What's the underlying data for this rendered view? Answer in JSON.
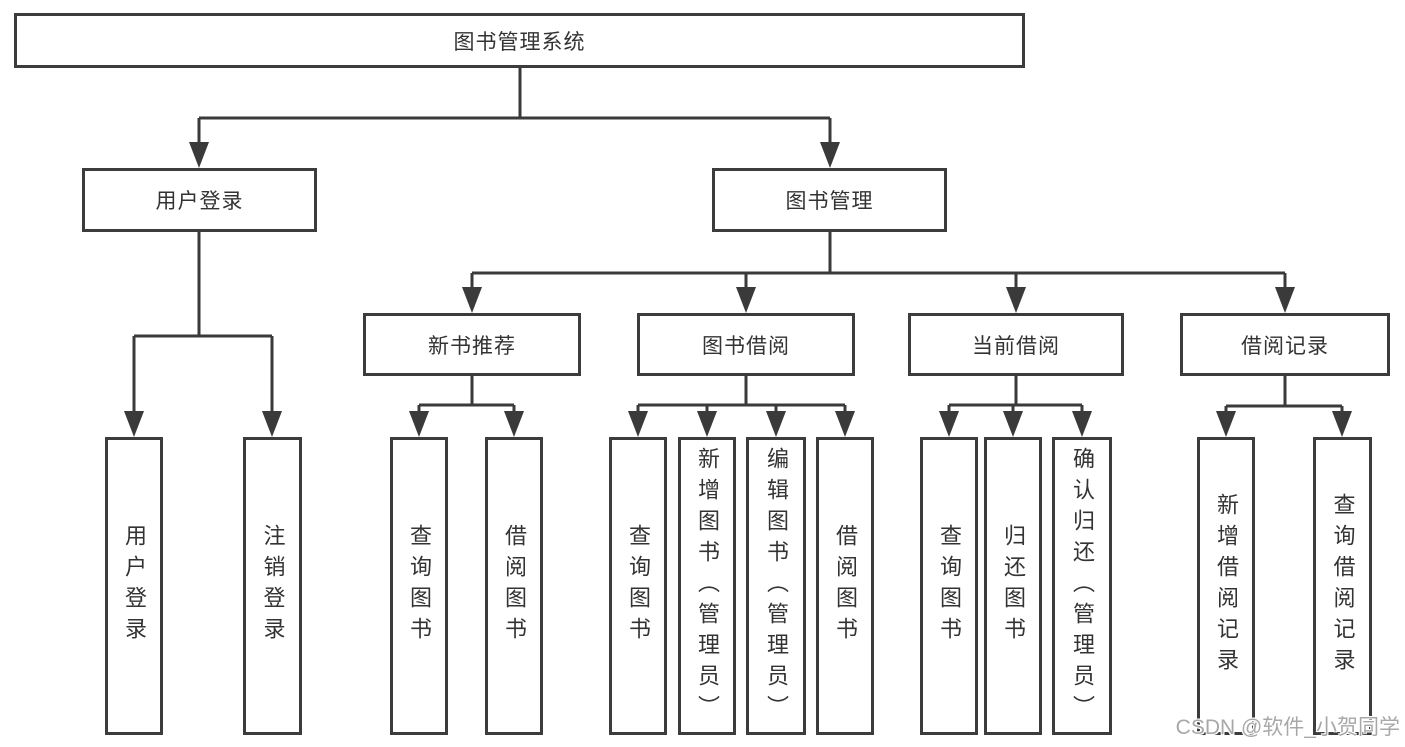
{
  "colors": {
    "line": "#3a3a3a",
    "box_border": "#3c3c3c",
    "box_background": "#ffffff",
    "text": "#333333",
    "watermark": "#a8a8a8"
  },
  "tree": {
    "root": {
      "label": "图书管理系统",
      "children": [
        {
          "label": "用户登录",
          "children": [
            {
              "label": "用户登录"
            },
            {
              "label": "注销登录"
            }
          ]
        },
        {
          "label": "图书管理",
          "children": [
            {
              "label": "新书推荐",
              "children": [
                {
                  "label": "查询图书"
                },
                {
                  "label": "借阅图书"
                }
              ]
            },
            {
              "label": "图书借阅",
              "children": [
                {
                  "label": "查询图书"
                },
                {
                  "label": "新增图书（管理员）"
                },
                {
                  "label": "编辑图书（管理员）"
                },
                {
                  "label": "借阅图书"
                }
              ]
            },
            {
              "label": "当前借阅",
              "children": [
                {
                  "label": "查询图书"
                },
                {
                  "label": "归还图书"
                },
                {
                  "label": "确认归还（管理员）"
                }
              ]
            },
            {
              "label": "借阅记录",
              "children": [
                {
                  "label": "新增借阅记录"
                },
                {
                  "label": "查询借阅记录"
                }
              ]
            }
          ]
        }
      ]
    }
  },
  "watermark": {
    "text": "CSDN @软件_小贺同学"
  }
}
